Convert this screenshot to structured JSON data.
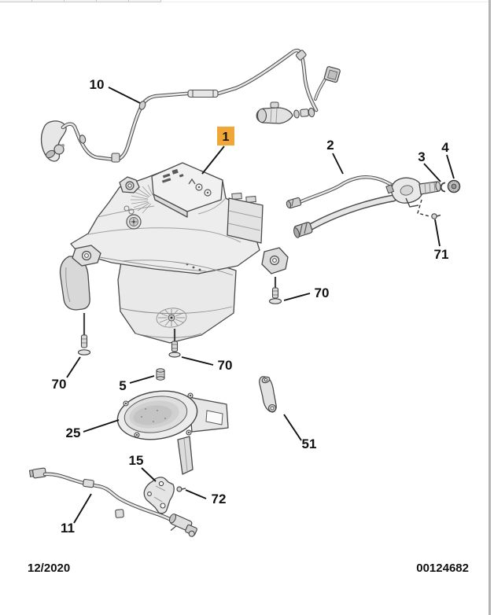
{
  "diagram": {
    "footer": {
      "date_code": "12/2020",
      "figure_number": "00124682"
    },
    "highlight": {
      "color": "#F0A737",
      "text_color": "#6E5213"
    },
    "callouts": [
      {
        "label": "1",
        "highlighted": true
      },
      {
        "label": "2",
        "highlighted": false
      },
      {
        "label": "3",
        "highlighted": false
      },
      {
        "label": "4",
        "highlighted": false
      },
      {
        "label": "5",
        "highlighted": false
      },
      {
        "label": "10",
        "highlighted": false
      },
      {
        "label": "11",
        "highlighted": false
      },
      {
        "label": "15",
        "highlighted": false
      },
      {
        "label": "25",
        "highlighted": false
      },
      {
        "label": "51",
        "highlighted": false
      },
      {
        "label": "70",
        "highlighted": false
      },
      {
        "label": "70",
        "highlighted": false
      },
      {
        "label": "70",
        "highlighted": false
      },
      {
        "label": "71",
        "highlighted": false
      },
      {
        "label": "72",
        "highlighted": false
      }
    ]
  }
}
